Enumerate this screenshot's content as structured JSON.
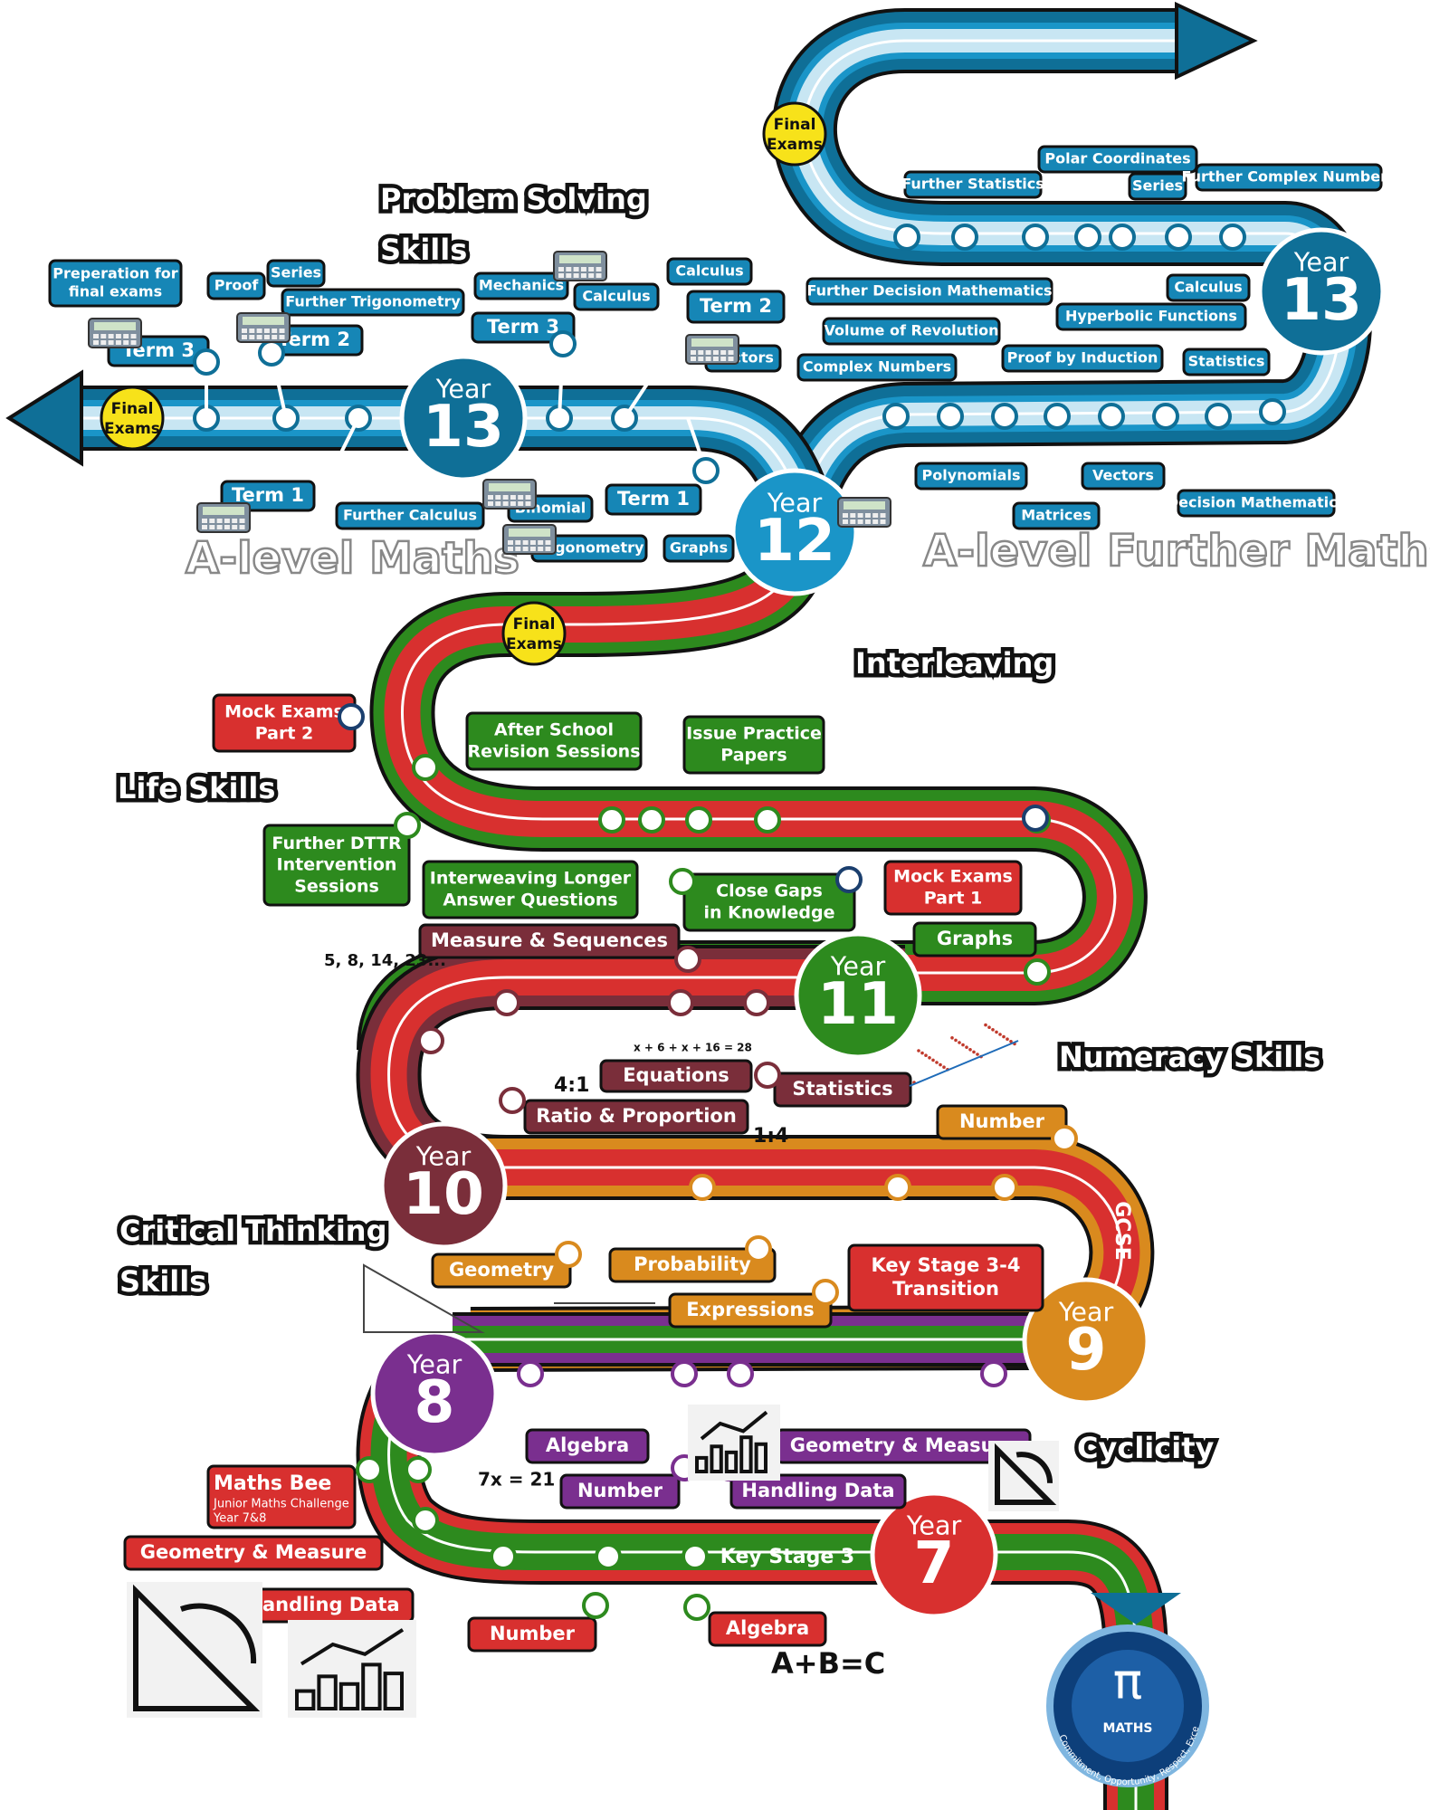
{
  "colors": {
    "blue_dark": "#0f6f97",
    "blue_mid": "#1a95c8",
    "blue_light": "#c8e6f3",
    "green": "#2d8a1e",
    "red": "#d8302f",
    "maroon": "#7a2e3a",
    "orange": "#d98a1e",
    "purple": "#7a2f8f",
    "yellow": "#f7e21a",
    "black": "#111111"
  },
  "themes": {
    "problem_solving": [
      "Problem Solving",
      "Skills"
    ],
    "interleaving": "Interleaving",
    "life_skills": "Life Skills",
    "numeracy": "Numeracy Skills",
    "critical_thinking": [
      "Critical Thinking",
      "Skills"
    ],
    "cyclicity": "Cyclicity"
  },
  "tracks": {
    "a_level": "A-level Maths",
    "further": "A-level Further Maths",
    "gcse": "GCSE",
    "ks3": "Key Stage 3"
  },
  "years": {
    "y7": [
      "Year",
      "7"
    ],
    "y8": [
      "Year",
      "8"
    ],
    "y9": [
      "Year",
      "9"
    ],
    "y10": [
      "Year",
      "10"
    ],
    "y11": [
      "Year",
      "11"
    ],
    "y12": [
      "Year",
      "12"
    ],
    "y13a": [
      "Year",
      "13"
    ],
    "y13b": [
      "Year",
      "13"
    ]
  },
  "final_exams": [
    "Final",
    "Exams"
  ],
  "a_level_topics": {
    "prep": [
      "Preperation for",
      "final exams"
    ],
    "term3_a": "Term 3",
    "proof": "Proof",
    "series": "Series",
    "further_trig": "Further Trigonometry",
    "term2_a": "Term 2",
    "mechanics": "Mechanics",
    "calculus_a": "Calculus",
    "term3_b": "Term 3",
    "calculus_b": "Calculus",
    "term2_b": "Term 2",
    "vectors": "Vectors",
    "term1_a": "Term 1",
    "further_calculus": "Further Calculus",
    "binomial": "Binomial",
    "term1_b": "Term 1",
    "trigonometry": "Trigonometry",
    "graphs": "Graphs"
  },
  "further_topics": {
    "polar": "Polar Coordinates",
    "further_stats": "Further Statistics",
    "series": "Series",
    "further_complex": "Further Complex Numbers",
    "further_decision": "Further Decision Mathematics",
    "calculus": "Calculus",
    "hyperbolic": "Hyperbolic Functions",
    "volume": "Volume of Revolution",
    "proof_induction": "Proof by Induction",
    "complex": "Complex Numbers",
    "statistics": "Statistics",
    "polynomials": "Polynomials",
    "vectors": "Vectors",
    "matrices": "Matrices",
    "decision": "Decision Mathematics"
  },
  "gcse_topics": {
    "mock2": [
      "Mock Exams",
      "Part 2"
    ],
    "after_school": [
      "After School",
      "Revision Sessions"
    ],
    "issue_papers": [
      "Issue Practice",
      "Papers"
    ],
    "dttr": [
      "Further DTTR",
      "Intervention",
      "Sessions"
    ],
    "interweaving": [
      "Interweaving Longer",
      "Answer Questions"
    ],
    "close_gaps": [
      "Close Gaps",
      "in Knowledge"
    ],
    "mock1": [
      "Mock Exams",
      "Part 1"
    ],
    "graphs": "Graphs",
    "measure_seq": "Measure & Sequences",
    "equations": "Equations",
    "ratio": "Ratio & Proportion",
    "statistics": "Statistics",
    "number": "Number",
    "geometry": "Geometry",
    "probability": "Probability",
    "expressions": "Expressions",
    "ks34": [
      "Key Stage 3-4",
      "Transition"
    ]
  },
  "ks3_topics": {
    "algebra8": "Algebra",
    "number8": "Number",
    "handling8": "Handling Data",
    "geom8": "Geometry & Measure",
    "maths_bee": "Maths Bee",
    "maths_bee_sub": [
      "Junior Maths Challenge",
      "Year 7&8"
    ],
    "geom7": "Geometry & Measure",
    "handling7": "Handling Data",
    "number7": "Number",
    "algebra7": "Algebra"
  },
  "annotations": {
    "sequence": "5, 8, 14, 23...",
    "eq_line": "x + 6  +  x + 16  = 28",
    "ratio1": "4:1",
    "ratio2": "1:4",
    "seven_x": "7x = 21",
    "abc": "A+B=C"
  },
  "logo": {
    "symbol": "π",
    "word": "MATHS",
    "motto": "Commitment, Opportunity, Respect, Excellence"
  }
}
